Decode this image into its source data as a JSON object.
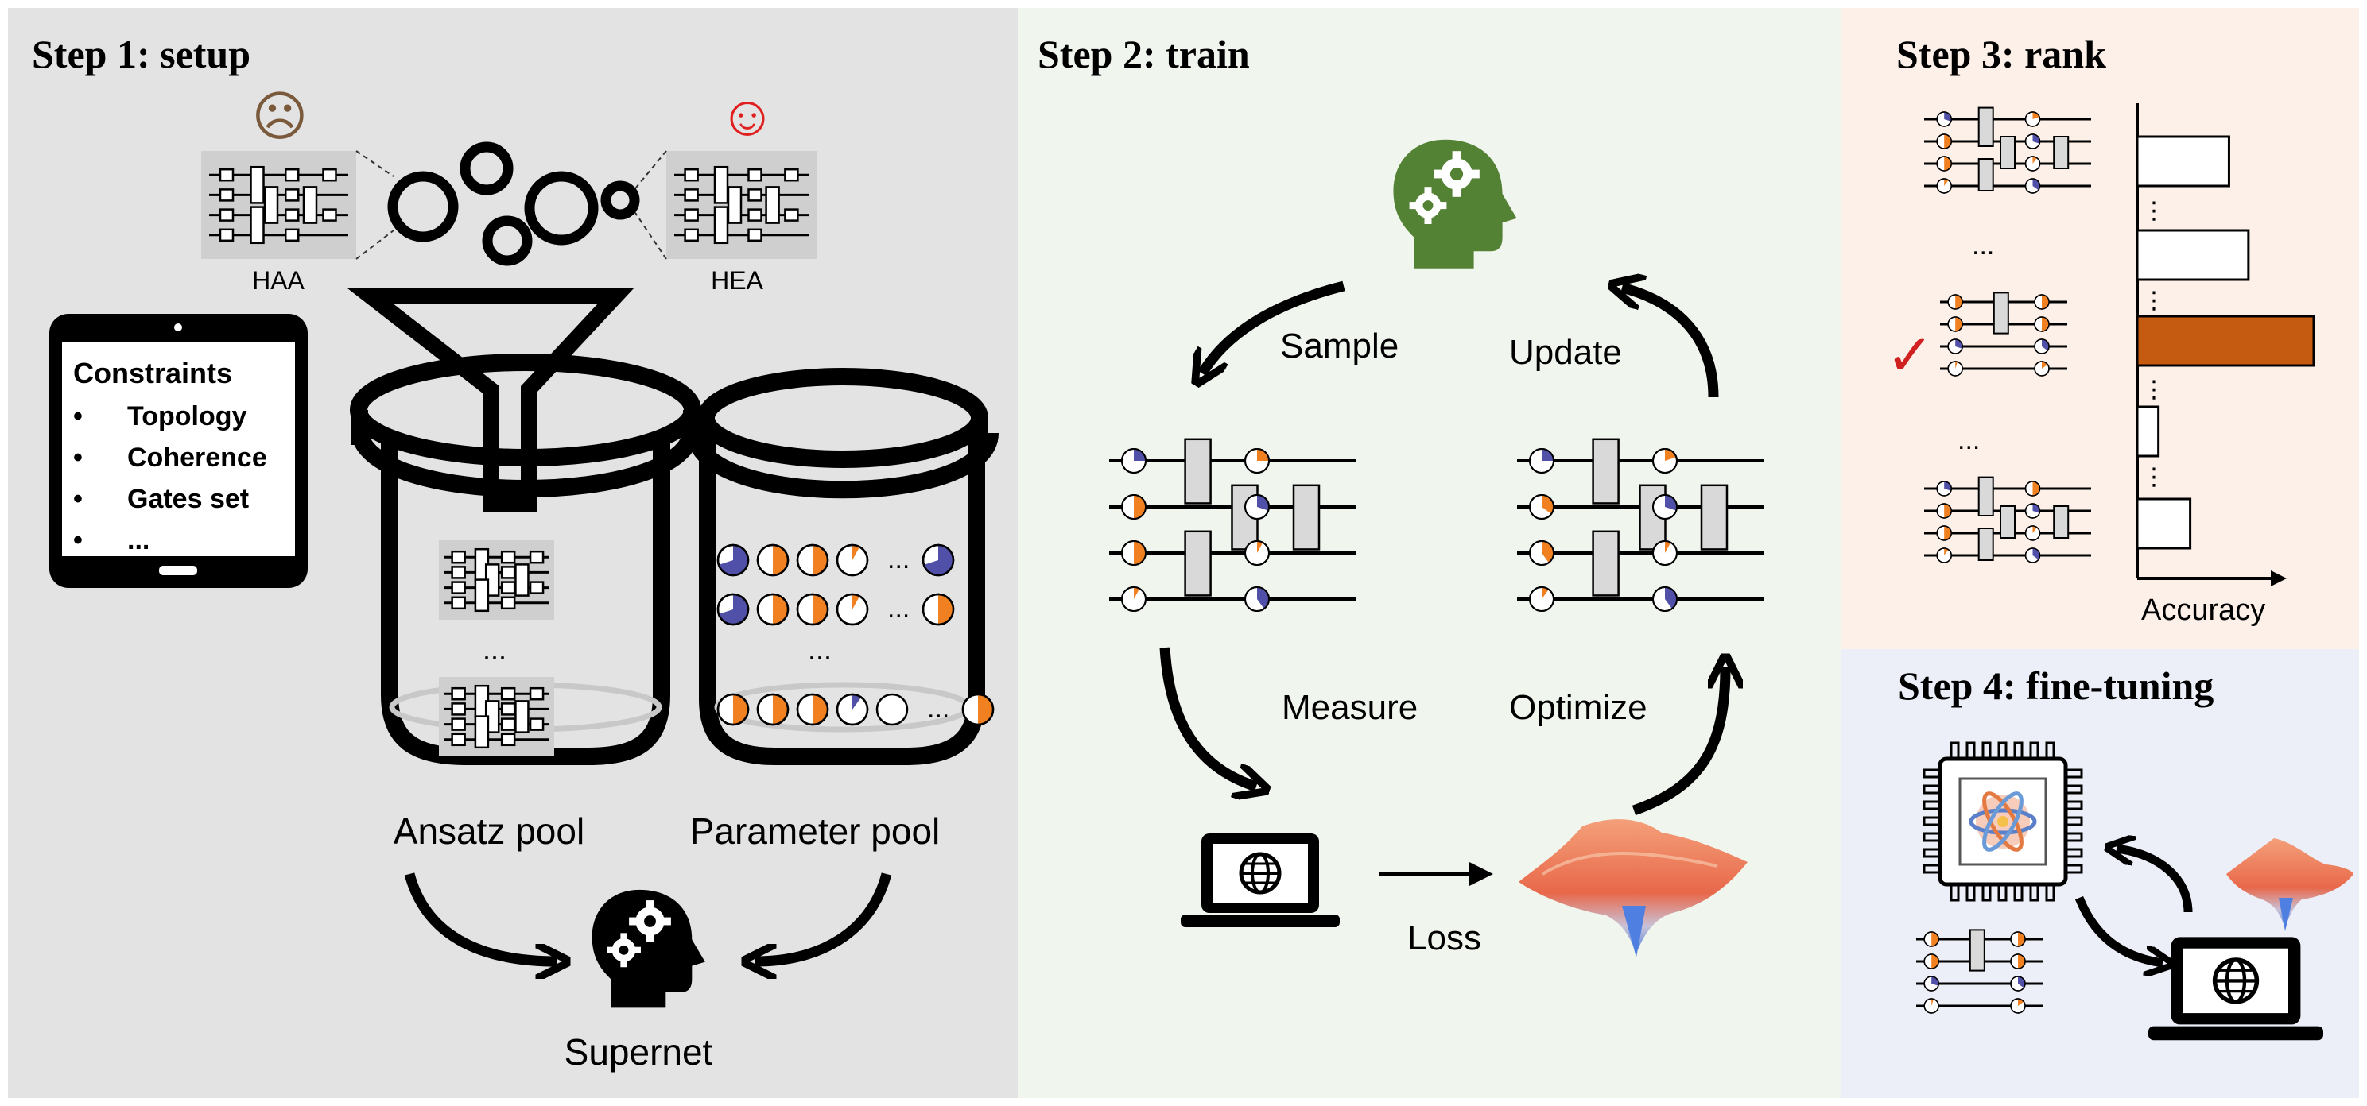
{
  "step1": {
    "title": "Step 1: setup",
    "haa_label": "HAA",
    "hea_label": "HEA",
    "sad_face": "☹",
    "happy_face": "☺",
    "constraints_title": "Constraints",
    "constraints_items": [
      "Topology",
      "Coherence",
      "Gates set",
      "..."
    ],
    "bullet": "•",
    "jar_ellipsis": "...",
    "param_ellipsis": "...",
    "ansatz_pool_label": "Ansatz pool",
    "parameter_pool_label": "Parameter pool",
    "supernet_label": "Supernet"
  },
  "step2": {
    "title": "Step 2: train",
    "sample_label": "Sample",
    "update_label": "Update",
    "measure_label": "Measure",
    "optimize_label": "Optimize",
    "loss_label": "Loss"
  },
  "step3": {
    "title": "Step 3: rank",
    "ellipsis": "...",
    "dots": "⋮",
    "check": "✓",
    "accuracy_label": "Accuracy",
    "accuracy_bars": [
      0.52,
      0.63,
      1.0,
      0.12,
      0.3
    ],
    "selected_index": 2
  },
  "step4": {
    "title": "Step 4: fine-tuning"
  },
  "colors": {
    "step1_bg": "#e3e3e3",
    "step2_bg": "#f0f5ee",
    "step3_bg": "#fcf0e9",
    "step4_bg": "#eceff8",
    "orange": "#f08020",
    "blue": "#5050a8",
    "selected_bar": "#c55a11",
    "brain_green": "#548235",
    "check_red": "#d02020",
    "happy_red": "#e02020",
    "sad_brown": "#7a5a3a"
  },
  "icons": {
    "brain": "brain-gears-icon",
    "tablet": "tablet-icon",
    "laptop": "laptop-globe-icon",
    "chip": "quantum-chip-icon",
    "landscape": "loss-landscape-icon"
  }
}
